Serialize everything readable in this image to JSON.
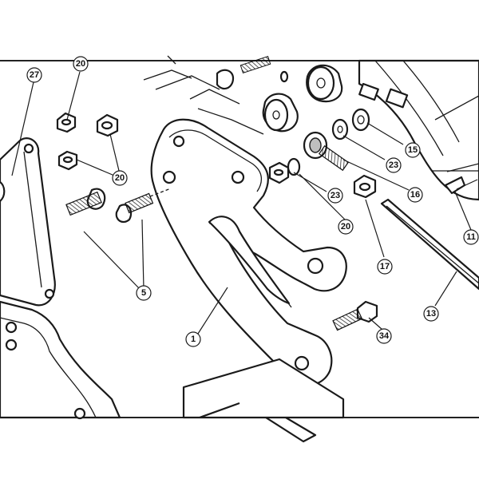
{
  "diagram": {
    "callouts": [
      {
        "id": "c27",
        "label": "27"
      },
      {
        "id": "c20a",
        "label": "20"
      },
      {
        "id": "c20b",
        "label": "20"
      },
      {
        "id": "c20c",
        "label": "20"
      },
      {
        "id": "c5",
        "label": "5"
      },
      {
        "id": "c1",
        "label": "1"
      },
      {
        "id": "c23a",
        "label": "23"
      },
      {
        "id": "c23b",
        "label": "23"
      },
      {
        "id": "c15",
        "label": "15"
      },
      {
        "id": "c16",
        "label": "16"
      },
      {
        "id": "c17",
        "label": "17"
      },
      {
        "id": "c11",
        "label": "11"
      },
      {
        "id": "c13",
        "label": "13"
      },
      {
        "id": "c34",
        "label": "34"
      }
    ]
  }
}
